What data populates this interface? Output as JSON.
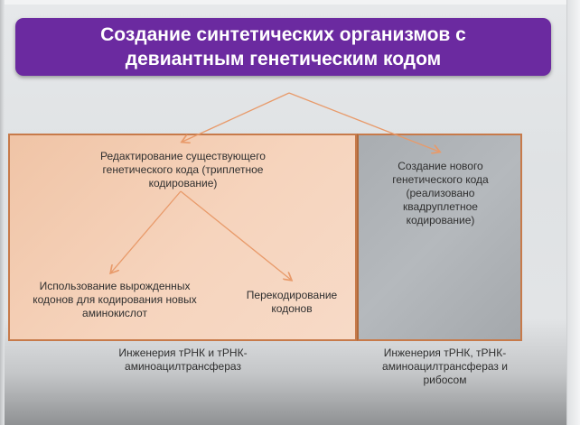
{
  "title": {
    "line1": "Создание синтетических организмов с",
    "line2": "девиантным генетическим кодом"
  },
  "colors": {
    "title_bg": "#6b2aa0",
    "left_panel_bg": "#f6d4bd",
    "right_panel_bg": "#b0b4b8",
    "border": "#c77a4a",
    "arrow": "#e89a6a"
  },
  "left_branch": {
    "heading": {
      "line1": "Редактирование существующего",
      "line2": "генетического кода (триплетное",
      "line3": "кодирование)"
    },
    "children": [
      {
        "line1": "Использование вырожденных",
        "line2": "кодонов для кодирования новых",
        "line3": "аминокислот"
      },
      {
        "line1": "Перекодирование",
        "line2": "кодонов"
      }
    ],
    "caption": {
      "line1": "Инженерия тРНК и тРНК-",
      "line2": "аминоацилтрансфераз"
    }
  },
  "right_branch": {
    "heading": {
      "line1": "Создание нового",
      "line2": "генетического кода",
      "line3": "(реализовано",
      "line4": "квадруплетное",
      "line5": "кодирование)"
    },
    "caption": {
      "line1": "Инженерия тРНК, тРНК-",
      "line2": "аминоацилтрансфераз и",
      "line3": "рибосом"
    }
  }
}
